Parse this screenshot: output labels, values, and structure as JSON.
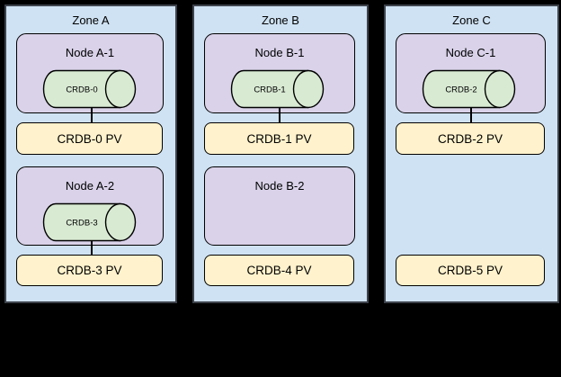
{
  "diagram": {
    "description": "Three availability zones with Kubernetes nodes, CRDB pods and persistent volumes",
    "colors": {
      "background": "#000000",
      "zone_fill": "#cfe2f3",
      "node_fill": "#d9d2e9",
      "pod_fill": "#d9ead3",
      "pv_fill": "#fff2cc",
      "outline": "#000000"
    }
  },
  "zones": [
    {
      "title": "Zone A",
      "nodes": [
        {
          "title": "Node A-1",
          "pod": "CRDB-0",
          "pv": "CRDB-0 PV"
        },
        {
          "title": "Node A-2",
          "pod": "CRDB-3",
          "pv": "CRDB-3 PV"
        }
      ]
    },
    {
      "title": "Zone B",
      "nodes": [
        {
          "title": "Node B-1",
          "pod": "CRDB-1",
          "pv": "CRDB-1 PV"
        },
        {
          "title": "Node B-2",
          "pod": "",
          "pv": "CRDB-4 PV"
        }
      ]
    },
    {
      "title": "Zone C",
      "nodes": [
        {
          "title": "Node C-1",
          "pod": "CRDB-2",
          "pv": "CRDB-2 PV"
        },
        {
          "title": "",
          "pod": "",
          "pv": "CRDB-5 PV"
        }
      ]
    }
  ]
}
